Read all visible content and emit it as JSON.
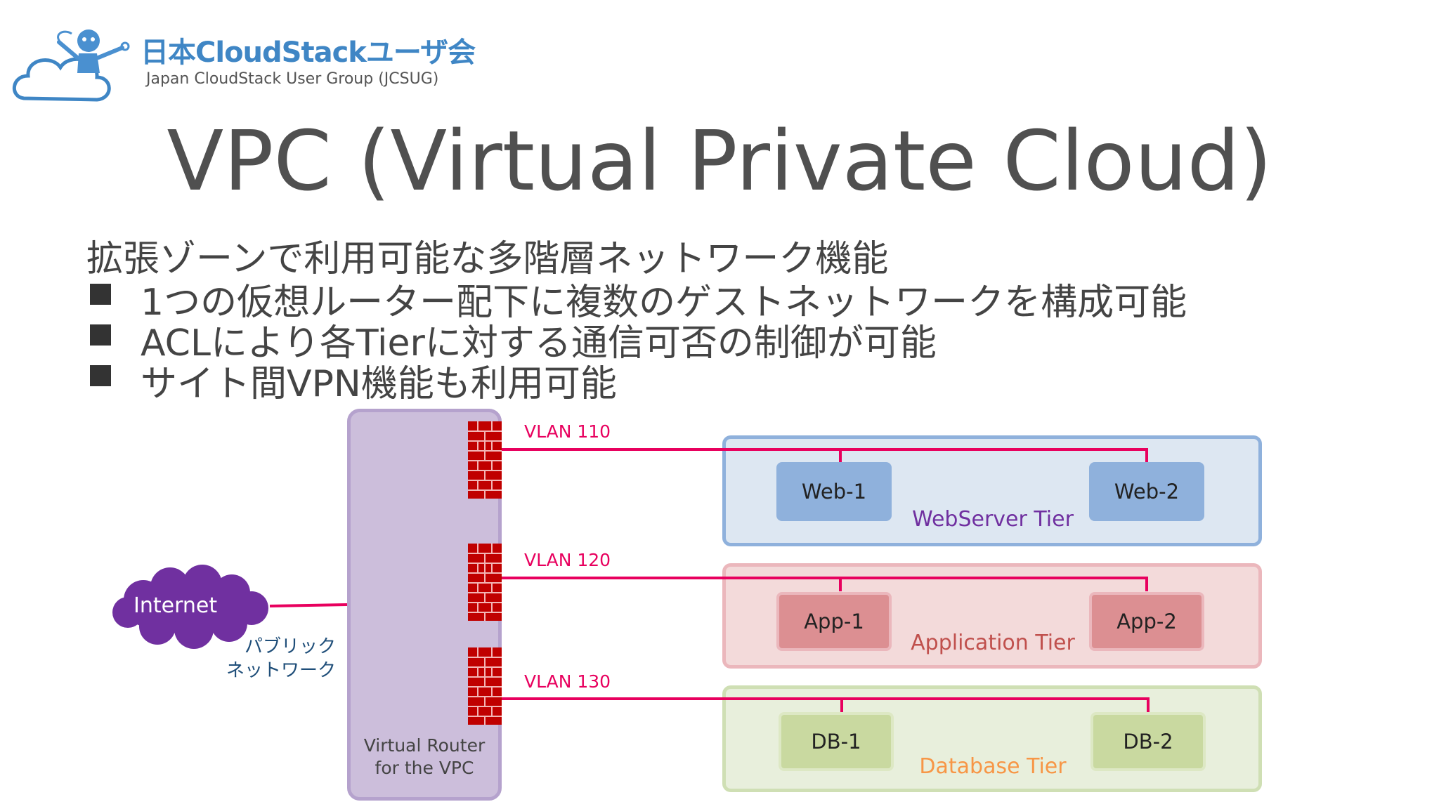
{
  "logo": {
    "title": "日本CloudStackユーザ会",
    "subtitle": "Japan CloudStack User Group (JCSUG)"
  },
  "title": "VPC (Virtual Private Cloud)",
  "intro": "拡張ゾーンで利用可能な多階層ネットワーク機能",
  "bullets": [
    "1つの仮想ルーター配下に複数のゲストネットワークを構成可能",
    "ACLにより各Tierに対する通信可否の制御が可能",
    "サイト間VPN機能も利用可能"
  ],
  "diagram": {
    "internet": "Internet",
    "public_network": [
      "パブリック",
      "ネットワーク"
    ],
    "router": [
      "Virtual Router",
      "for the VPC"
    ],
    "vlans": [
      "VLAN 110",
      "VLAN 120",
      "VLAN 130"
    ],
    "tiers": [
      {
        "name": "WebServer Tier",
        "nodes": [
          "Web-1",
          "Web-2"
        ],
        "label_color": "#7030a0"
      },
      {
        "name": "Application Tier",
        "nodes": [
          "App-1",
          "App-2"
        ],
        "label_color": "#c0504d"
      },
      {
        "name": "Database Tier",
        "nodes": [
          "DB-1",
          "DB-2"
        ],
        "label_color": "#f79646"
      }
    ],
    "colors": {
      "vlan_line": "#e8005e",
      "cloud": "#7030a0",
      "firewall": "#c00000"
    }
  }
}
